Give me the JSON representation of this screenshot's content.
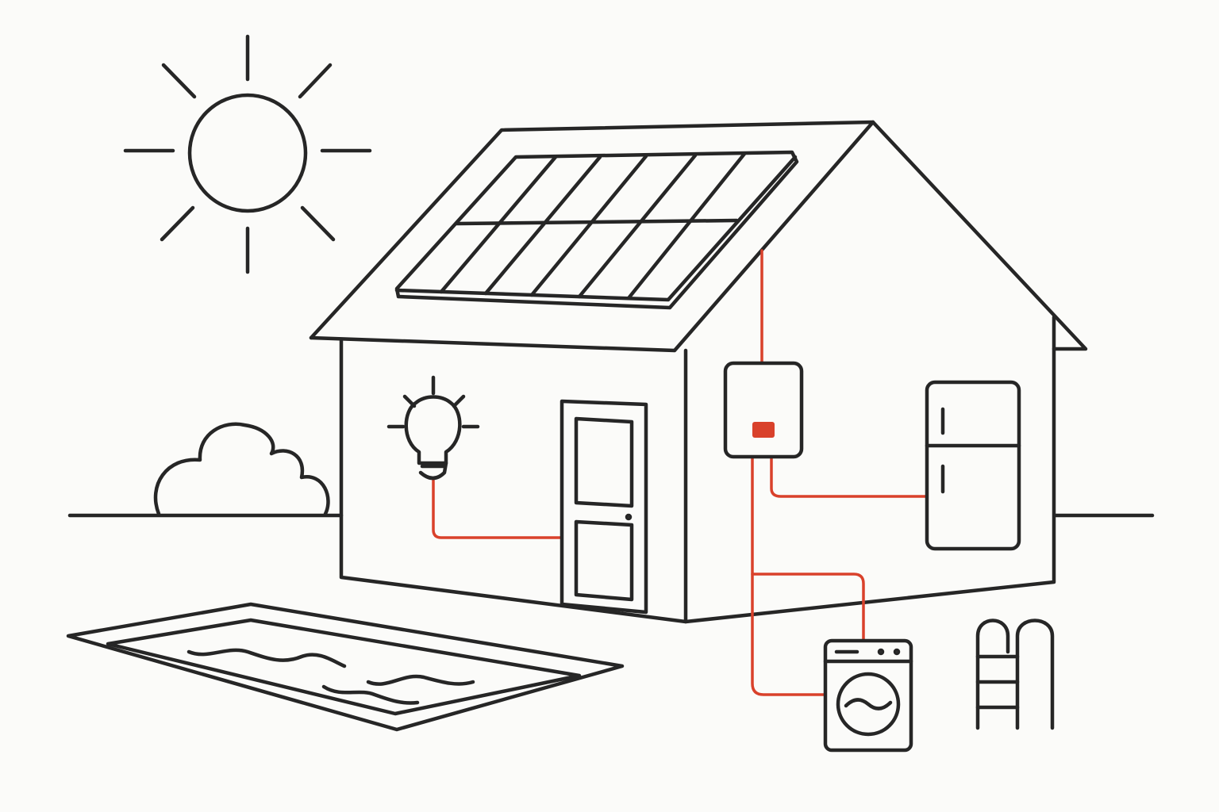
{
  "scene": {
    "type": "solar-home-energy-illustration",
    "style": "line-art",
    "colors": {
      "background": "#fbfbf9",
      "ink": "#262626",
      "wiring": "#d9412b"
    },
    "elements": [
      {
        "name": "sun-icon"
      },
      {
        "name": "cloud-icon"
      },
      {
        "name": "house"
      },
      {
        "name": "solar-panel-icon",
        "rows": 2,
        "columns": 6
      },
      {
        "name": "inverter-icon"
      },
      {
        "name": "light-bulb-icon"
      },
      {
        "name": "door"
      },
      {
        "name": "refrigerator-icon"
      },
      {
        "name": "washing-machine-icon"
      },
      {
        "name": "swimming-pool-icon"
      },
      {
        "name": "pool-ladder-icon"
      }
    ],
    "connections": [
      {
        "from": "solar-panel-icon",
        "to": "inverter-icon"
      },
      {
        "from": "inverter-icon",
        "to": "refrigerator-icon"
      },
      {
        "from": "inverter-icon",
        "to": "washing-machine-icon"
      },
      {
        "from": "inverter-icon",
        "to": "light-bulb-icon"
      }
    ]
  }
}
